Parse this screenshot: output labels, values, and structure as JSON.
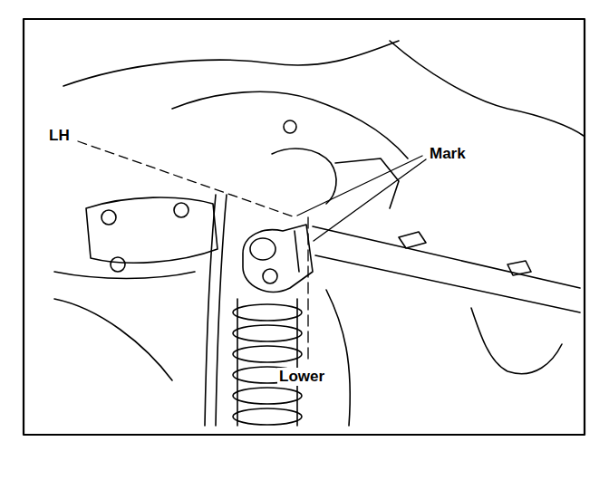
{
  "diagram": {
    "labels": [
      "LH",
      "Mark",
      "Lower"
    ]
  }
}
